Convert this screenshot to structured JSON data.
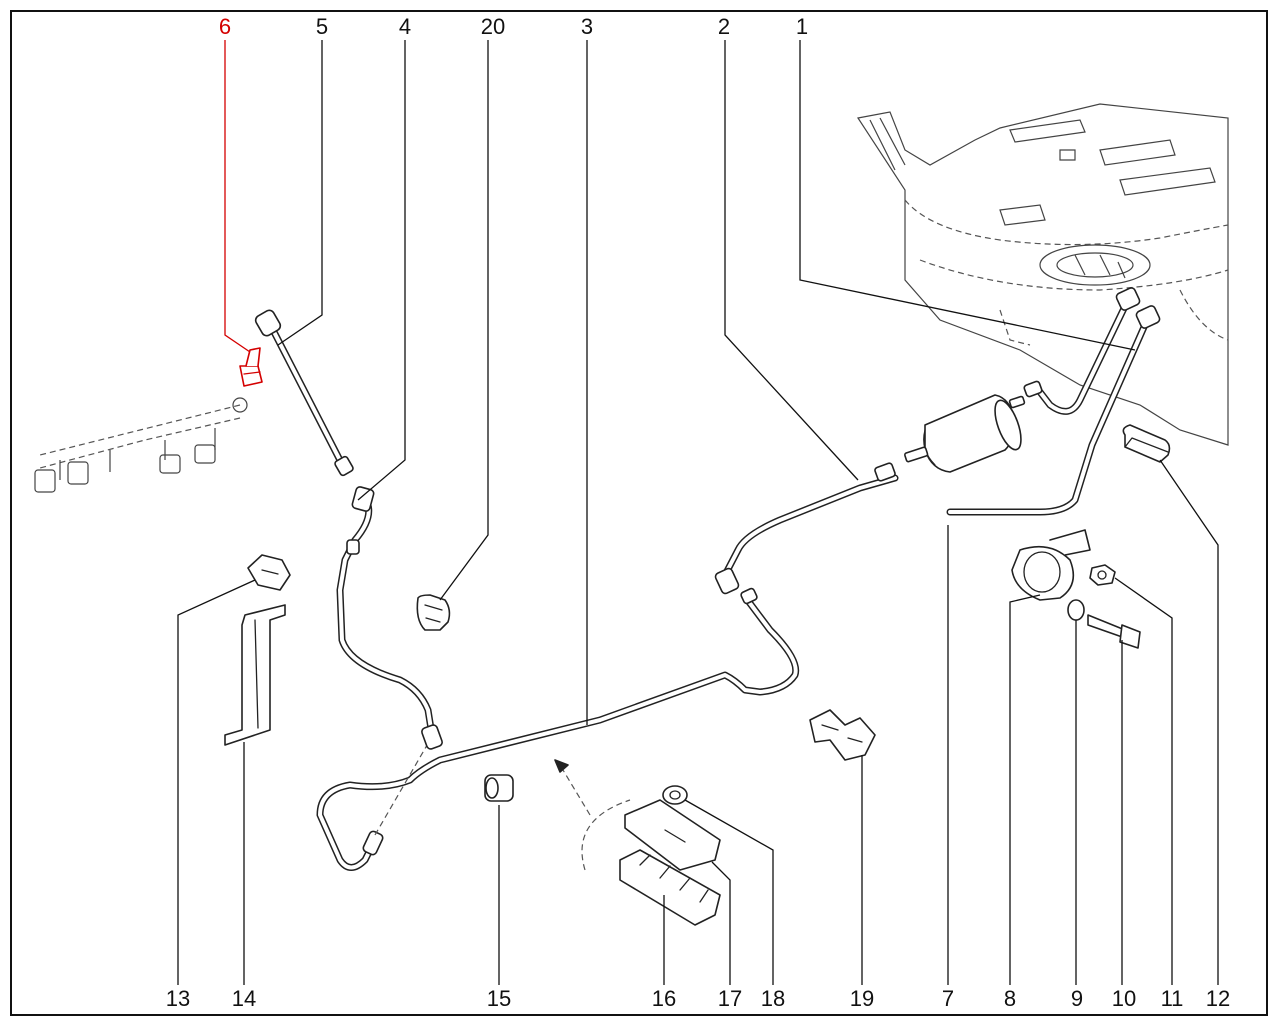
{
  "diagram": {
    "highlight_color": "#d40000",
    "line_color": "#111111",
    "callouts": [
      {
        "id": "c1",
        "label": "1"
      },
      {
        "id": "c2",
        "label": "2"
      },
      {
        "id": "c3",
        "label": "3"
      },
      {
        "id": "c4",
        "label": "4"
      },
      {
        "id": "c5",
        "label": "5"
      },
      {
        "id": "c6",
        "label": "6",
        "highlighted": true
      },
      {
        "id": "c7",
        "label": "7"
      },
      {
        "id": "c8",
        "label": "8"
      },
      {
        "id": "c9",
        "label": "9"
      },
      {
        "id": "c10",
        "label": "10"
      },
      {
        "id": "c11",
        "label": "11"
      },
      {
        "id": "c12",
        "label": "12"
      },
      {
        "id": "c13",
        "label": "13"
      },
      {
        "id": "c14",
        "label": "14"
      },
      {
        "id": "c15",
        "label": "15"
      },
      {
        "id": "c16",
        "label": "16"
      },
      {
        "id": "c17",
        "label": "17"
      },
      {
        "id": "c18",
        "label": "18"
      },
      {
        "id": "c19",
        "label": "19"
      },
      {
        "id": "c20",
        "label": "20"
      }
    ]
  }
}
